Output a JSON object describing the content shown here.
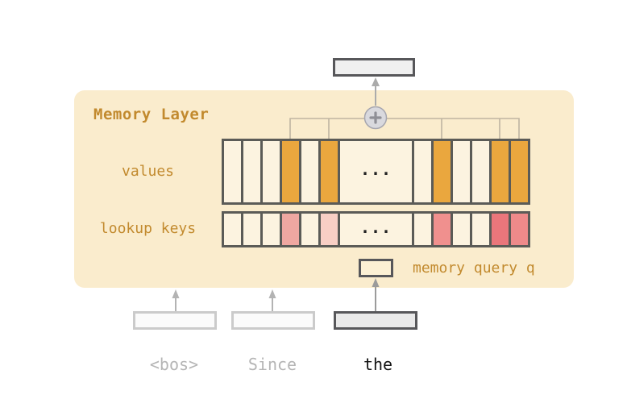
{
  "diagram": {
    "panel_title": "Memory Layer",
    "values_label": "values",
    "keys_label": "lookup keys",
    "query_label": "memory query q",
    "colors": {
      "panel_bg": "#faeccd",
      "label_text": "#c28a2e",
      "cell_bg": "#fcf3e0",
      "cell_border": "#5b5b57",
      "dark_border": "#57575a",
      "value_highlight": "#eaa73e",
      "token_faded": "#b5b5b5",
      "token_active": "#141414"
    },
    "values_row": {
      "cells": [
        {
          "name": "value-cell"
        },
        {
          "name": "value-cell"
        },
        {
          "name": "value-cell"
        },
        {
          "name": "value-cell-selected",
          "fill": "#eaa73e"
        },
        {
          "name": "value-cell"
        },
        {
          "name": "value-cell-selected",
          "fill": "#eaa73e"
        },
        {
          "name": "ellipsis-cell",
          "wide": true,
          "text": "..."
        },
        {
          "name": "value-cell"
        },
        {
          "name": "value-cell-selected",
          "fill": "#eaa73e"
        },
        {
          "name": "value-cell"
        },
        {
          "name": "value-cell"
        },
        {
          "name": "value-cell-selected",
          "fill": "#eaa73e"
        },
        {
          "name": "value-cell-selected",
          "fill": "#eaa73e"
        }
      ]
    },
    "keys_row": {
      "cells": [
        {
          "name": "key-cell"
        },
        {
          "name": "key-cell"
        },
        {
          "name": "key-cell"
        },
        {
          "name": "key-cell-match",
          "fill": "#efa7a1"
        },
        {
          "name": "key-cell"
        },
        {
          "name": "key-cell-match",
          "fill": "#f8cfc5"
        },
        {
          "name": "ellipsis-cell",
          "wide": true,
          "text": "..."
        },
        {
          "name": "key-cell"
        },
        {
          "name": "key-cell-match",
          "fill": "#f0908e"
        },
        {
          "name": "key-cell"
        },
        {
          "name": "key-cell"
        },
        {
          "name": "key-cell-match",
          "fill": "#ea767b"
        },
        {
          "name": "key-cell-match",
          "fill": "#ee8a8a"
        }
      ]
    },
    "tokens": [
      {
        "label": "<bos>",
        "state": "faded"
      },
      {
        "label": "Since",
        "state": "faded"
      },
      {
        "label": "the",
        "state": "active"
      }
    ]
  }
}
